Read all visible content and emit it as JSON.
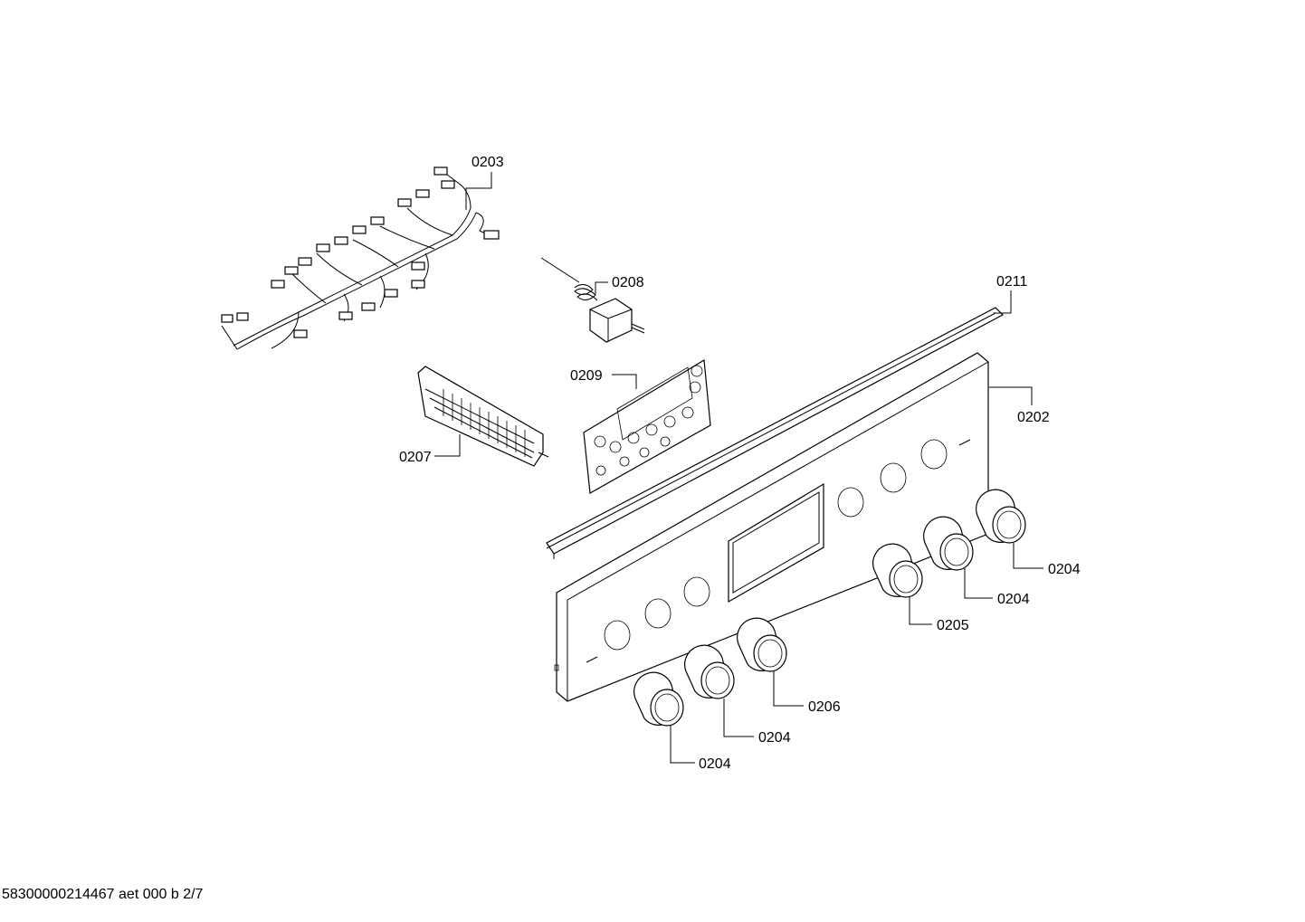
{
  "parts": [
    {
      "id": "harness",
      "label": "0203"
    },
    {
      "id": "thermostat",
      "label": "0208"
    },
    {
      "id": "strip",
      "label": "0211"
    },
    {
      "id": "control_board",
      "label": "0209"
    },
    {
      "id": "panel",
      "label": "0202"
    },
    {
      "id": "switch_block",
      "label": "0207"
    },
    {
      "id": "knob_a",
      "label": "0204"
    },
    {
      "id": "knob_b",
      "label": "0204"
    },
    {
      "id": "knob_c",
      "label": "0205"
    },
    {
      "id": "knob_d",
      "label": "0206"
    },
    {
      "id": "knob_e",
      "label": "0204"
    },
    {
      "id": "knob_f",
      "label": "0204"
    }
  ],
  "footer": "58300000214467 aet 000 b 2/7"
}
